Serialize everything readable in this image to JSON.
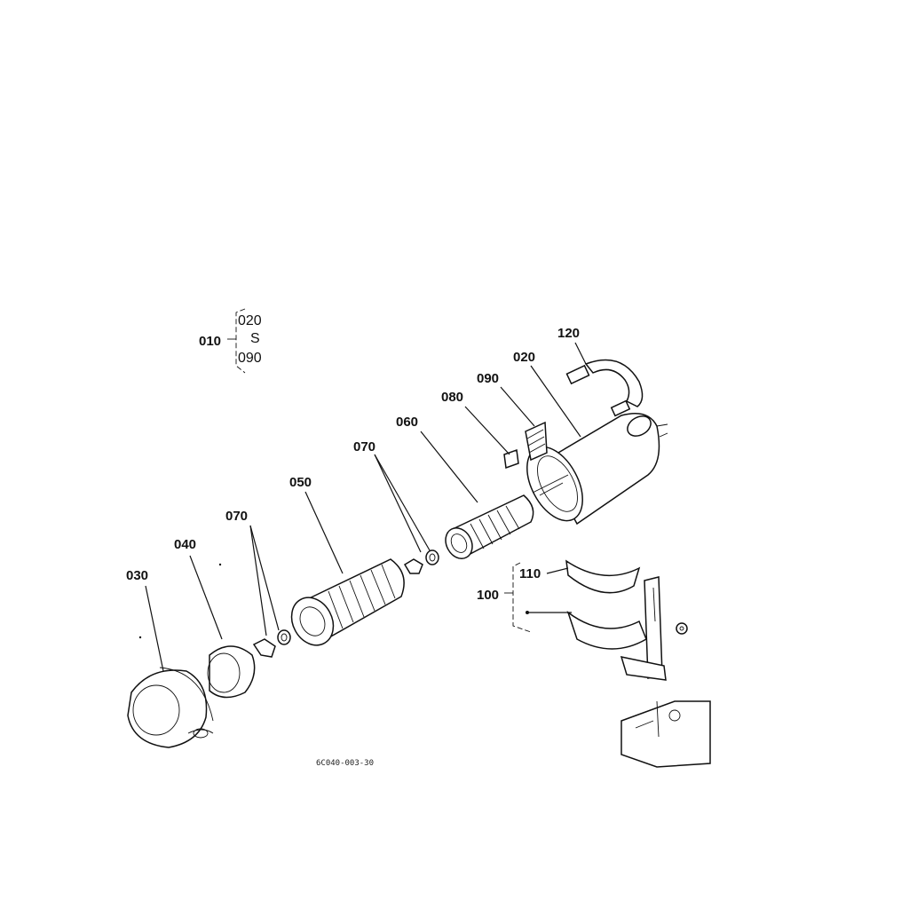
{
  "diagram": {
    "labels": {
      "p010": "010",
      "p020_range_start": "020",
      "range_mark": "S",
      "p090_range_end": "090",
      "p120": "120",
      "p020": "020",
      "p090": "090",
      "p080": "080",
      "p060": "060",
      "p070_upper": "070",
      "p050": "050",
      "p070_lower": "070",
      "p040": "040",
      "p030": "030",
      "p110": "110",
      "p100": "100"
    },
    "figure_code": "6C040-003-30"
  }
}
